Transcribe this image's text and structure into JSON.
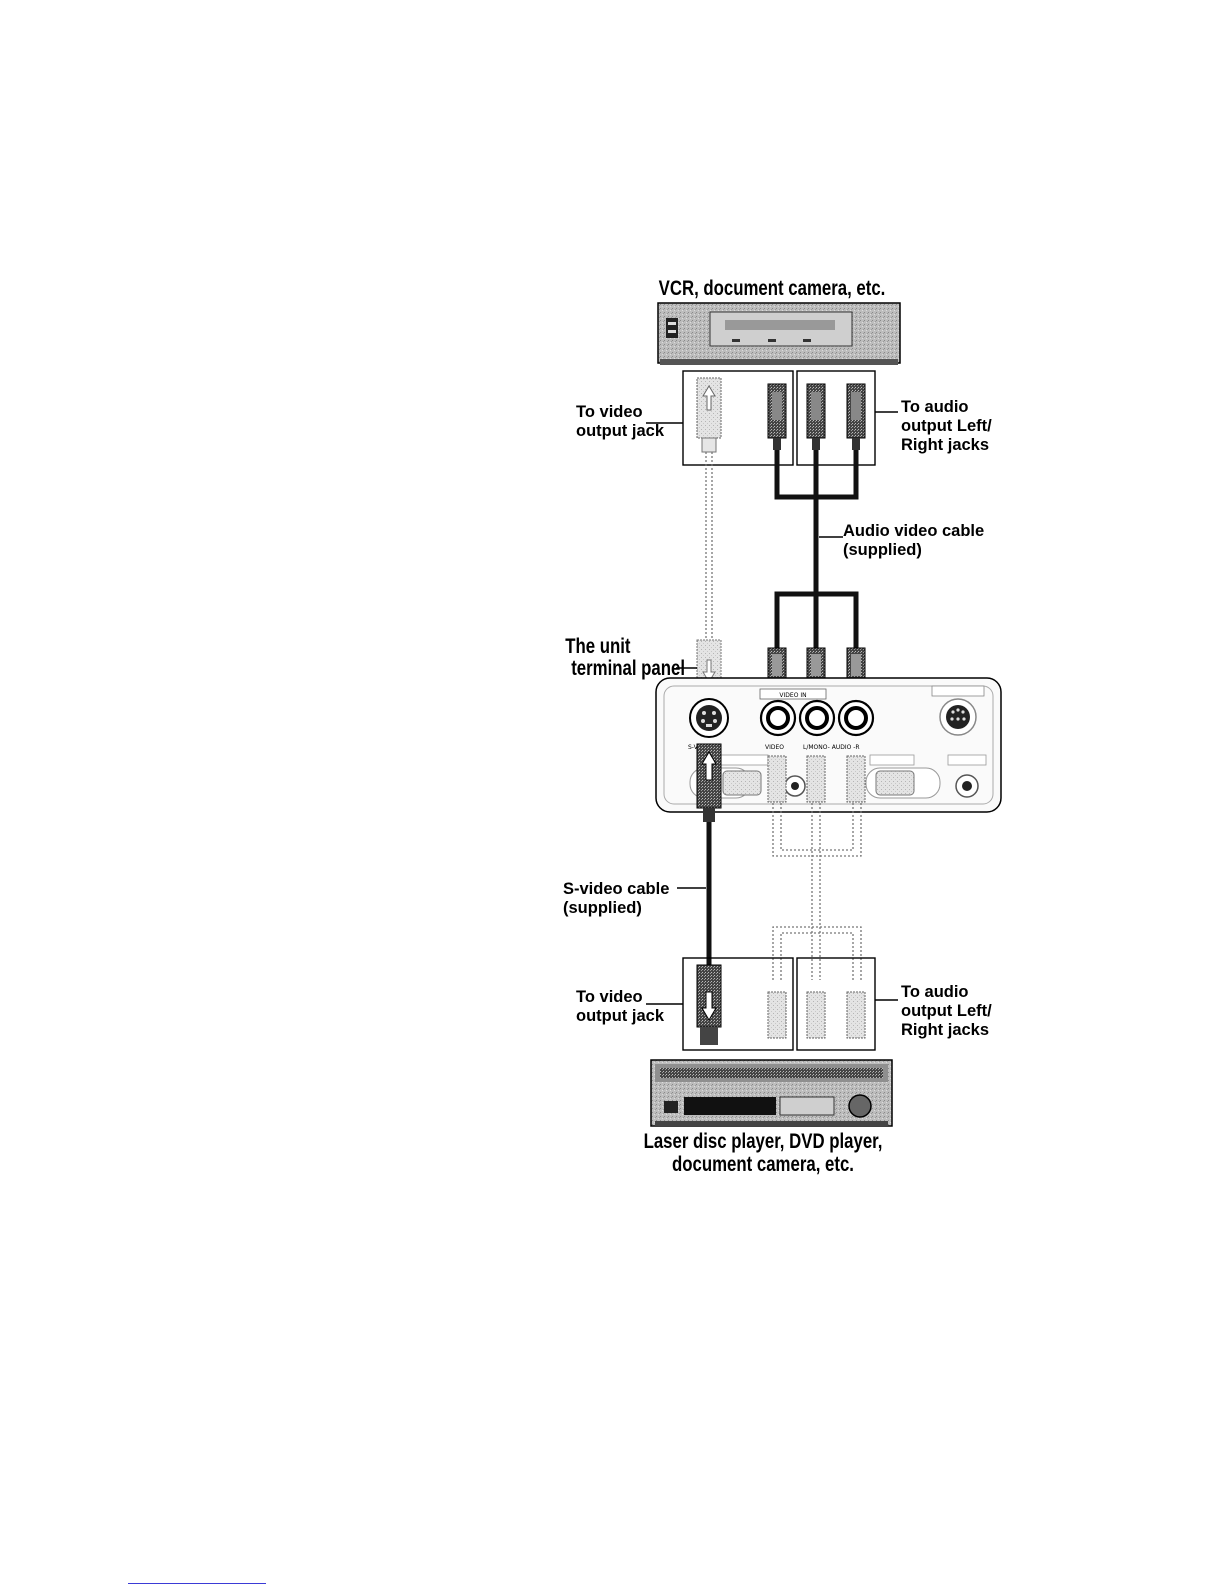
{
  "labels": {
    "top_device": "VCR, document camera, etc.",
    "top_video_out": [
      "To video",
      "output jack"
    ],
    "top_audio_out": [
      "To audio",
      "output Left/",
      "Right jacks"
    ],
    "av_cable": [
      "Audio video cable",
      "(supplied)"
    ],
    "terminal_panel": [
      "The unit",
      "terminal panel"
    ],
    "svideo_cable": [
      "S-video cable",
      "(supplied)"
    ],
    "bottom_video_out": [
      "To video",
      "output jack"
    ],
    "bottom_audio_out": [
      "To audio",
      "output Left/",
      "Right jacks"
    ],
    "bottom_device": [
      "Laser disc player, DVD player,",
      "document camera, etc."
    ]
  },
  "panel_text": {
    "svideo": "S-VIDEO",
    "video": "VIDEO",
    "audio": "L/MONO- AUDIO -R",
    "video_in": "VIDEO IN"
  }
}
